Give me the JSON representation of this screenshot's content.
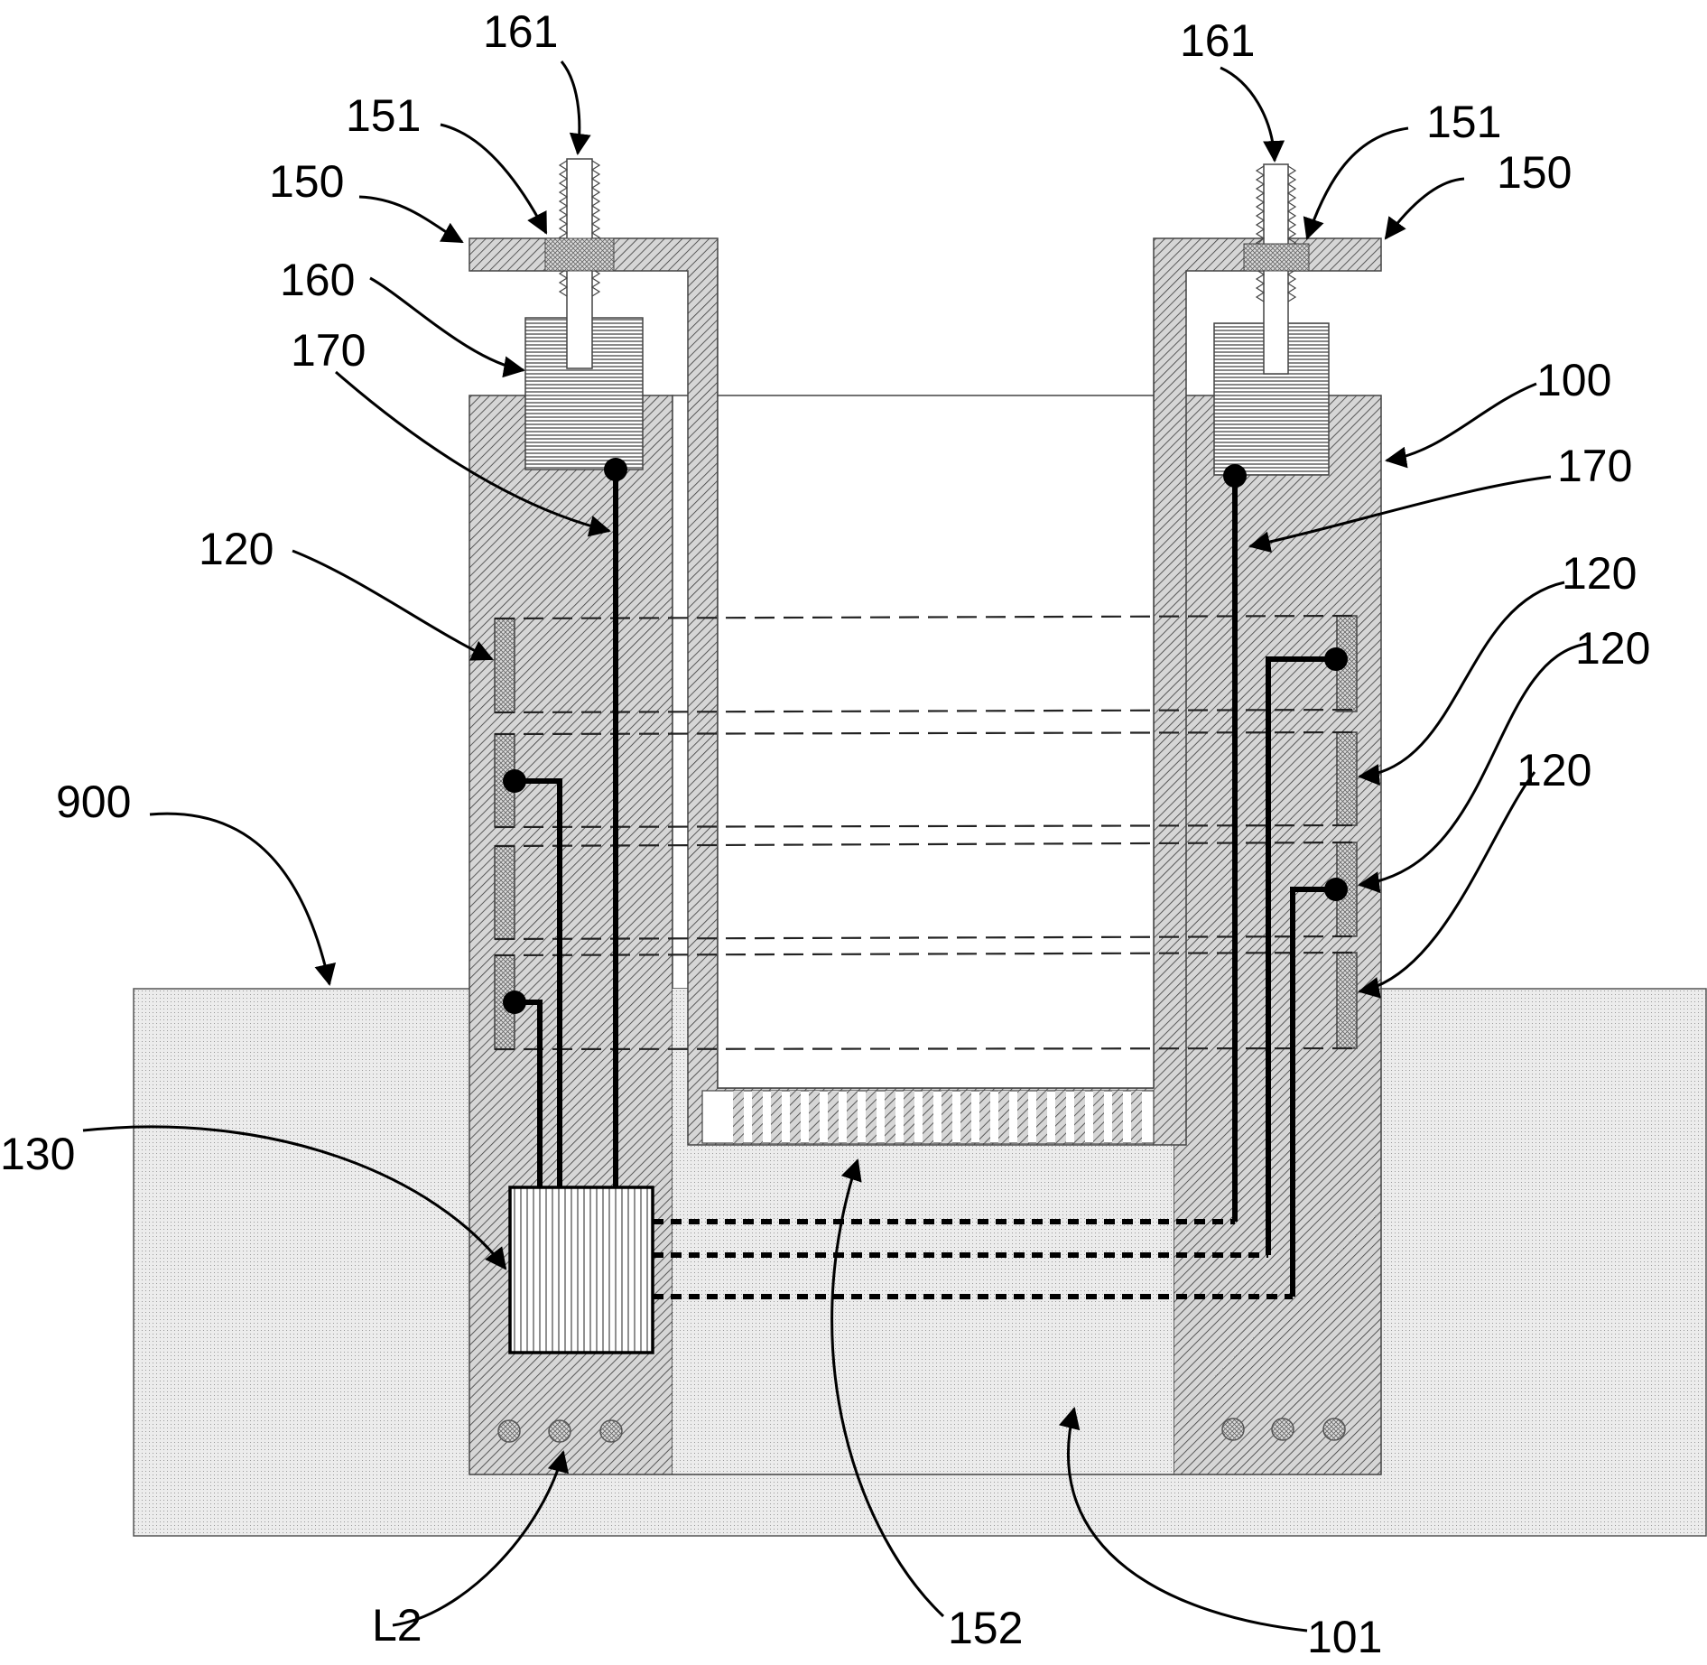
{
  "labels": {
    "l161_left": "161",
    "l161_right": "161",
    "l151_left": "151",
    "l151_right": "151",
    "l150_left": "150",
    "l150_right": "150",
    "l160": "160",
    "l170_left": "170",
    "l170_right": "170",
    "l100": "100",
    "l120_left": "120",
    "l120_right_a": "120",
    "l120_right_b": "120",
    "l120_right_c": "120",
    "l900": "900",
    "l130": "130",
    "lL2": "L2",
    "l152": "152",
    "l101": "101"
  }
}
